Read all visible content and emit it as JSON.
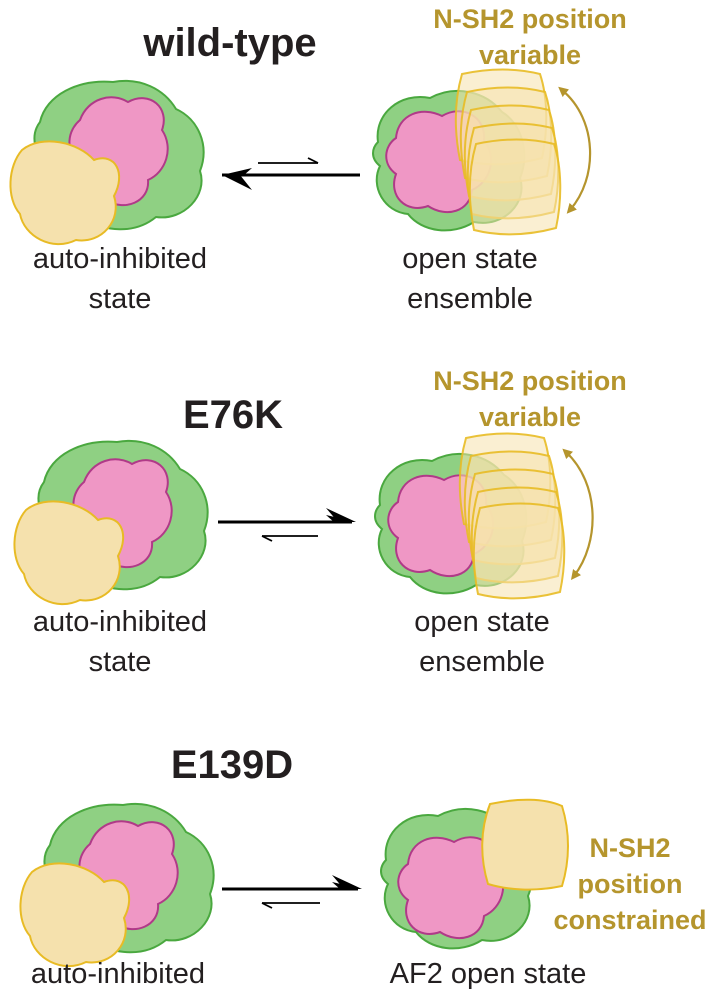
{
  "colors": {
    "green_domain": "#8fd083",
    "pink_domain": "#ef97c5",
    "nsh2_domain": "#f5e1ad",
    "nsh2_outline": "#e8bb25",
    "annotation": "#b5952d",
    "text": "#231f20"
  },
  "panels": [
    {
      "title": "wild-type",
      "left_label": [
        "auto-inhibited",
        "state"
      ],
      "right_label": [
        "open state",
        "ensemble"
      ],
      "equilibrium_favors": "left",
      "note": [
        "N-SH2 position",
        "variable"
      ]
    },
    {
      "title": "E76K",
      "left_label": [
        "auto-inhibited",
        "state"
      ],
      "right_label": [
        "open state",
        "ensemble"
      ],
      "equilibrium_favors": "right",
      "note": [
        "N-SH2 position",
        "variable"
      ]
    },
    {
      "title": "E139D",
      "left_label": [
        "auto-inhibited"
      ],
      "right_label": [
        "AF2 open state"
      ],
      "equilibrium_favors": "right",
      "note": [
        "N-SH2",
        "position",
        "constrained"
      ]
    }
  ]
}
